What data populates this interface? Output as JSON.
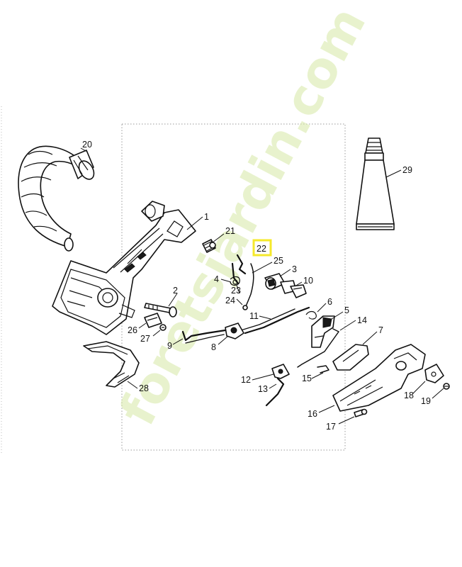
{
  "diagram": {
    "callouts": [
      {
        "id": "20",
        "label": "20"
      },
      {
        "id": "29",
        "label": "29"
      },
      {
        "id": "1",
        "label": "1"
      },
      {
        "id": "21",
        "label": "21"
      },
      {
        "id": "22",
        "label": "22",
        "highlighted": true
      },
      {
        "id": "25",
        "label": "25"
      },
      {
        "id": "3",
        "label": "3"
      },
      {
        "id": "4",
        "label": "4"
      },
      {
        "id": "23",
        "label": "23"
      },
      {
        "id": "10",
        "label": "10"
      },
      {
        "id": "24",
        "label": "24"
      },
      {
        "id": "2",
        "label": "2"
      },
      {
        "id": "11",
        "label": "11"
      },
      {
        "id": "6",
        "label": "6"
      },
      {
        "id": "5",
        "label": "5"
      },
      {
        "id": "14",
        "label": "14"
      },
      {
        "id": "26",
        "label": "26"
      },
      {
        "id": "27",
        "label": "27"
      },
      {
        "id": "9",
        "label": "9"
      },
      {
        "id": "8",
        "label": "8"
      },
      {
        "id": "7",
        "label": "7"
      },
      {
        "id": "12",
        "label": "12"
      },
      {
        "id": "15",
        "label": "15"
      },
      {
        "id": "13",
        "label": "13"
      },
      {
        "id": "28",
        "label": "28"
      },
      {
        "id": "18",
        "label": "18"
      },
      {
        "id": "19",
        "label": "19"
      },
      {
        "id": "16",
        "label": "16"
      },
      {
        "id": "17",
        "label": "17"
      }
    ]
  },
  "watermark": {
    "text": "foretsjardin.com",
    "colors": [
      "#d7e9a6",
      "#d9d3c0"
    ]
  },
  "colors": {
    "highlight": "#f5e92b",
    "line": "#111111",
    "frame": "#999999"
  }
}
